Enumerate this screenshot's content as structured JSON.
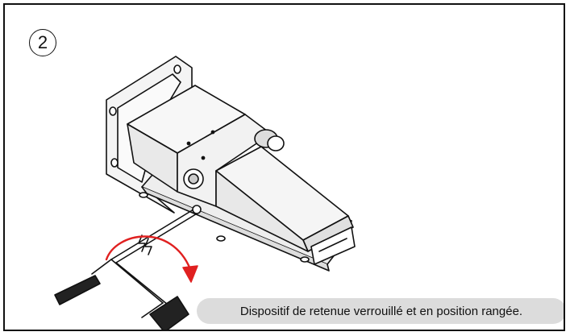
{
  "step": {
    "number": "2"
  },
  "caption": {
    "text": "Dispositif de retenue verrouillé et en position rangée."
  },
  "colors": {
    "frame": "#111111",
    "caption_bg": "#dcdcdc",
    "arrow": "#e02020",
    "metal": "#f2f2f2",
    "grip": "#222222"
  },
  "icons": {
    "illustration": "foot-pedal-with-retaining-bracket",
    "rotation": "curved-rotation-arrow"
  }
}
